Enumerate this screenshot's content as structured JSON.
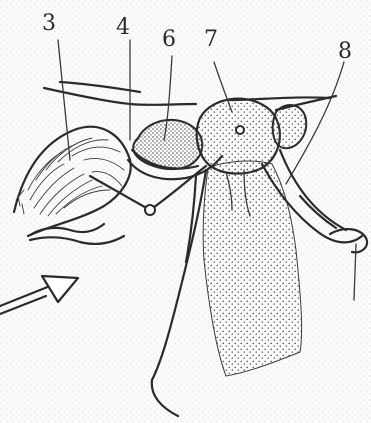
{
  "figure": {
    "labels": [
      "3",
      "4",
      "6",
      "7",
      "8"
    ],
    "colors": {
      "ink": "#2b2b2b",
      "paper": "#fbfbfa",
      "stipple": "#4a4a4a"
    }
  }
}
